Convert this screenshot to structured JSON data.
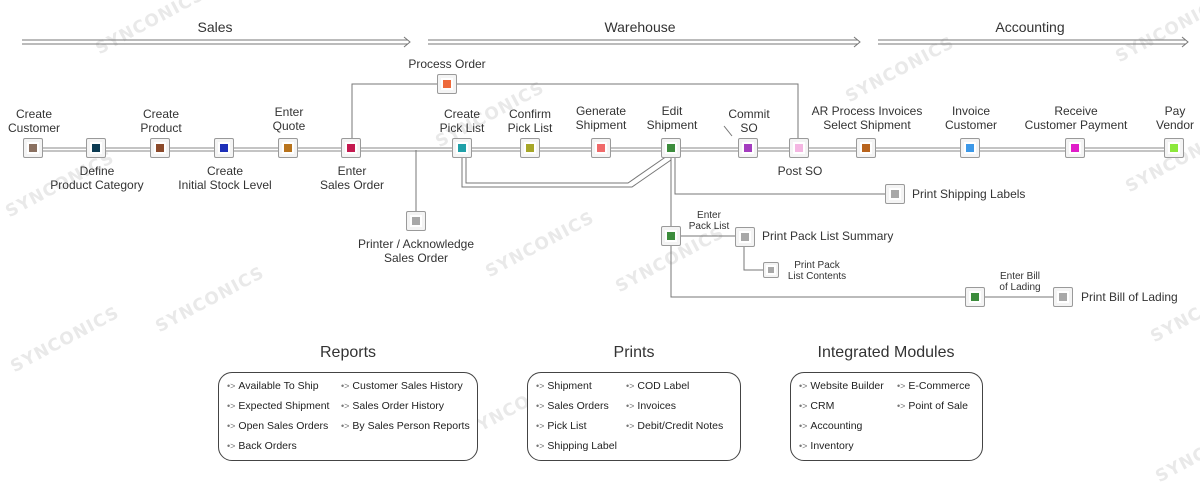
{
  "watermark": "SYNCONICS",
  "stages": [
    "Sales",
    "Warehouse",
    "Accounting"
  ],
  "nodes": {
    "create_customer": {
      "label": "Create\nCustomer",
      "color": "#8a7060"
    },
    "define_category": {
      "label": "Define\nProduct Category",
      "color": "#0c3b52"
    },
    "create_product": {
      "label": "Create\nProduct",
      "color": "#8b4a2b"
    },
    "initial_stock": {
      "label": "Create\nInitial Stock Level",
      "color": "#1d2fb8"
    },
    "enter_quote": {
      "label": "Enter\nQuote",
      "color": "#b8731c"
    },
    "enter_sales_order": {
      "label": "Enter\nSales Order",
      "color": "#c4194f"
    },
    "process_order": {
      "label": "Process Order",
      "color": "#ee6a3c"
    },
    "printer_ack": {
      "label": "Printer / Acknowledge\nSales Order",
      "color": "#a8a8a8"
    },
    "create_pick_list": {
      "label": "Create\nPick List",
      "color": "#1fa0a8"
    },
    "confirm_pick_list": {
      "label": "Confirm\nPick List",
      "color": "#a6a628"
    },
    "generate_shipment": {
      "label": "Generate\nShipment",
      "color": "#f06a6a"
    },
    "edit_shipment": {
      "label": "Edit\nShipment",
      "color": "#3c8c3c"
    },
    "commit_so": {
      "label": "Commit\nSO",
      "color": "#a43cbf"
    },
    "post_so": {
      "label": "Post SO",
      "color": "#f4b6e2"
    },
    "ar_process": {
      "label": "AR Process Invoices\nSelect Shipment",
      "color": "#b8631c"
    },
    "invoice_customer": {
      "label": "Invoice\nCustomer",
      "color": "#3c98e8"
    },
    "receive_payment": {
      "label": "Receive\nCustomer Payment",
      "color": "#e01cc8"
    },
    "pay_vendor": {
      "label": "Pay\nVendor",
      "color": "#8ce83c"
    },
    "print_shipping_labels": {
      "label": "Print Shipping Labels",
      "color": "#a8a8a8"
    },
    "enter_pack_list": {
      "label": "Enter\nPack List",
      "color": "#3c8c3c"
    },
    "print_pack_summary": {
      "label": "Print Pack List Summary",
      "color": "#a8a8a8"
    },
    "print_pack_contents": {
      "label": "Print Pack\nList Contents",
      "color": "#a8a8a8"
    },
    "enter_bill_lading": {
      "label": "Enter Bill\nof Lading",
      "color": "#3c8c3c"
    },
    "print_bill_lading": {
      "label": "Print Bill of Lading",
      "color": "#a8a8a8"
    }
  },
  "panels": {
    "reports": {
      "title": "Reports",
      "col1": [
        "Available To Ship",
        "Expected Shipment",
        "Open Sales Orders",
        "Back Orders"
      ],
      "col2": [
        "Customer Sales History",
        "Sales Order History",
        "By Sales Person Reports"
      ]
    },
    "prints": {
      "title": "Prints",
      "col1": [
        "Shipment",
        "Sales Orders",
        "Pick List",
        "Shipping Label"
      ],
      "col2": [
        "COD Label",
        "Invoices",
        "Debit/Credit Notes"
      ]
    },
    "modules": {
      "title": "Integrated Modules",
      "col1": [
        "Website Builder",
        "CRM",
        "Accounting",
        "Inventory"
      ],
      "col2": [
        "E-Commerce",
        "Point of Sale"
      ]
    }
  },
  "bullet": "•>"
}
